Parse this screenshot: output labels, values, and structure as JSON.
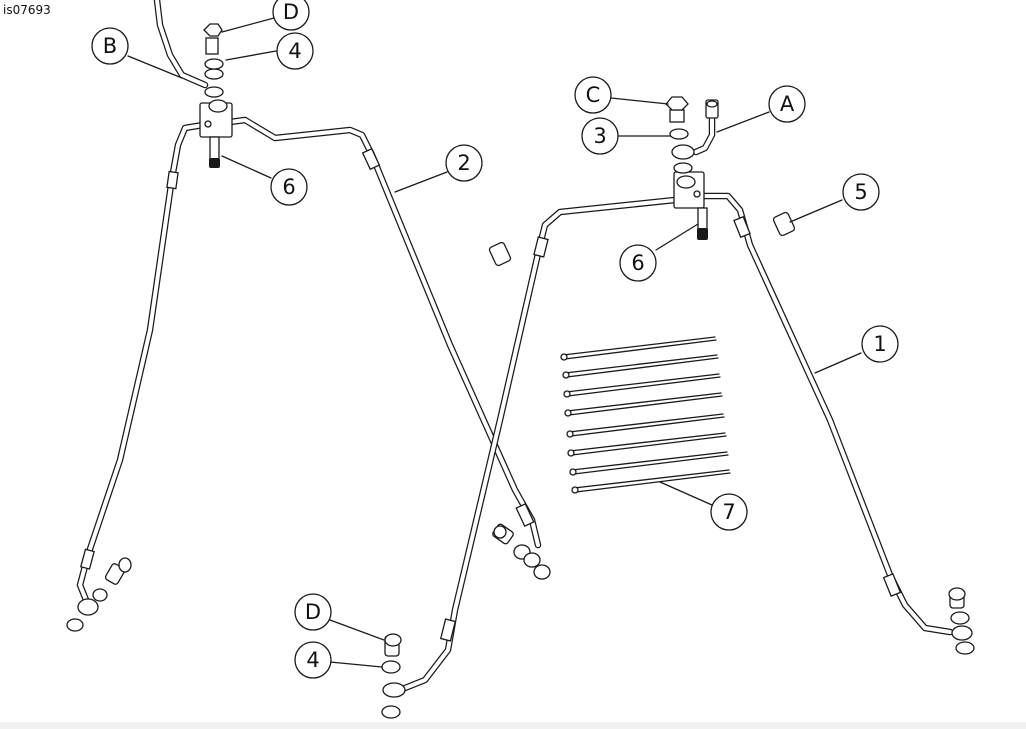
{
  "figure_id": "is07693",
  "callouts": [
    {
      "id": "D",
      "label": "D"
    },
    {
      "id": "4",
      "label": "4"
    },
    {
      "id": "B",
      "label": "B"
    },
    {
      "id": "6",
      "label": "6"
    },
    {
      "id": "2",
      "label": "2"
    },
    {
      "id": "C",
      "label": "C"
    },
    {
      "id": "3",
      "label": "3"
    },
    {
      "id": "A",
      "label": "A"
    },
    {
      "id": "5",
      "label": "5"
    },
    {
      "id": "1",
      "label": "1"
    },
    {
      "id": "7",
      "label": "7"
    }
  ]
}
